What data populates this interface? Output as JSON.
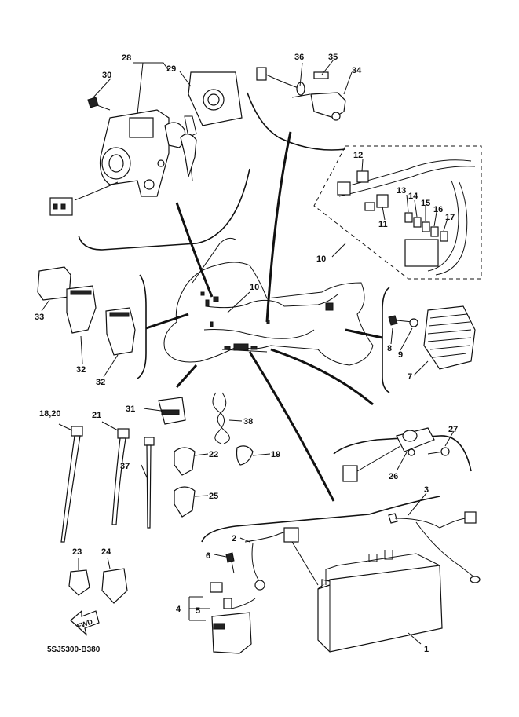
{
  "diagram": {
    "reference_code": "5SJ5300-B380",
    "fwd_label": "FWD",
    "callouts": {
      "c1": "1",
      "c2": "2",
      "c3": "3",
      "c4": "4",
      "c5": "5",
      "c6": "6",
      "c7": "7",
      "c8": "8",
      "c9": "9",
      "c10a": "10",
      "c10b": "10",
      "c11": "11",
      "c12": "12",
      "c13": "13",
      "c14": "14",
      "c15": "15",
      "c16": "16",
      "c17": "17",
      "c1820": "18,20",
      "c19": "19",
      "c21": "21",
      "c22": "22",
      "c23": "23",
      "c24": "24",
      "c25": "25",
      "c26": "26",
      "c27": "27",
      "c28": "28",
      "c29": "29",
      "c30": "30",
      "c31": "31",
      "c32a": "32",
      "c32b": "32",
      "c33": "33",
      "c34": "34",
      "c35": "35",
      "c36": "36",
      "c37": "37",
      "c38": "38"
    }
  }
}
